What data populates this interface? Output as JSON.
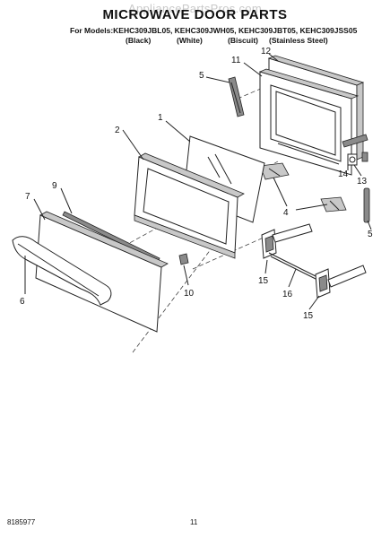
{
  "header": {
    "watermark": "AppliancePartsPros.com",
    "title": "MICROWAVE DOOR PARTS",
    "models_line": "For Models:KEHC309JBL05, KEHC309JWH05, KEHC309JBT05, KEHC309JSS05",
    "colors": [
      "(Black)",
      "(White)",
      "(Biscuit)",
      "(Stainless Steel)"
    ]
  },
  "callouts": {
    "c1": "1",
    "c2": "2",
    "c4": "4",
    "c5a": "5",
    "c5b": "5",
    "c6": "6",
    "c7": "7",
    "c9": "9",
    "c10": "10",
    "c11": "11",
    "c12": "12",
    "c13": "13",
    "c14": "14",
    "c15a": "15",
    "c15b": "15",
    "c16": "16"
  },
  "footer": {
    "doc_number": "8185977",
    "page_number": "11"
  }
}
